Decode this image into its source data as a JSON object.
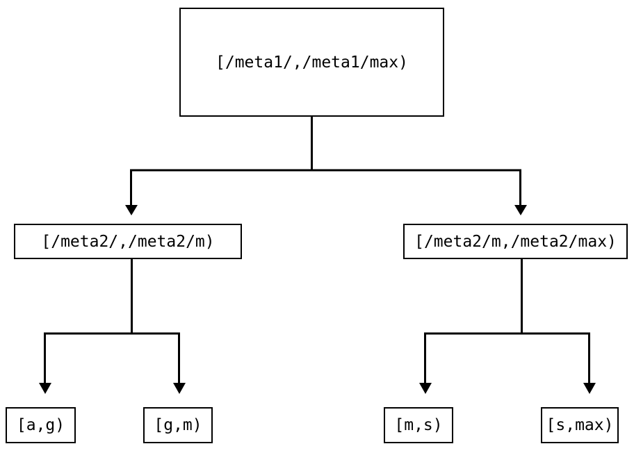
{
  "diagram": {
    "type": "tree",
    "title": "",
    "orientation": "top-down",
    "colors": {
      "background": "#ffffff",
      "node_border": "#000000",
      "node_fill": "#ffffff",
      "text": "#000000",
      "edge": "#000000"
    },
    "nodes": {
      "root": {
        "id": "root",
        "label": "[/meta1/,/meta1/max)",
        "level": 0
      },
      "mid_left": {
        "id": "mid-left",
        "label": "[/meta2/,/meta2/m)",
        "level": 1
      },
      "mid_right": {
        "id": "mid-right",
        "label": "[/meta2/m,/meta2/max)",
        "level": 1
      },
      "leaf_ag": {
        "id": "leaf-ag",
        "label": "[a,g)",
        "level": 2
      },
      "leaf_gm": {
        "id": "leaf-gm",
        "label": "[g,m)",
        "level": 2
      },
      "leaf_ms": {
        "id": "leaf-ms",
        "label": "[m,s)",
        "level": 2
      },
      "leaf_smax": {
        "id": "leaf-smax",
        "label": "[s,max)",
        "level": 2
      }
    },
    "edges": [
      {
        "from": "root",
        "to": "mid-left",
        "arrow": "triangle-down"
      },
      {
        "from": "root",
        "to": "mid-right",
        "arrow": "triangle-down"
      },
      {
        "from": "mid-left",
        "to": "leaf-ag",
        "arrow": "triangle-down"
      },
      {
        "from": "mid-left",
        "to": "leaf-gm",
        "arrow": "triangle-down"
      },
      {
        "from": "mid-right",
        "to": "leaf-ms",
        "arrow": "triangle-down"
      },
      {
        "from": "mid-right",
        "to": "leaf-smax",
        "arrow": "triangle-down"
      }
    ]
  }
}
